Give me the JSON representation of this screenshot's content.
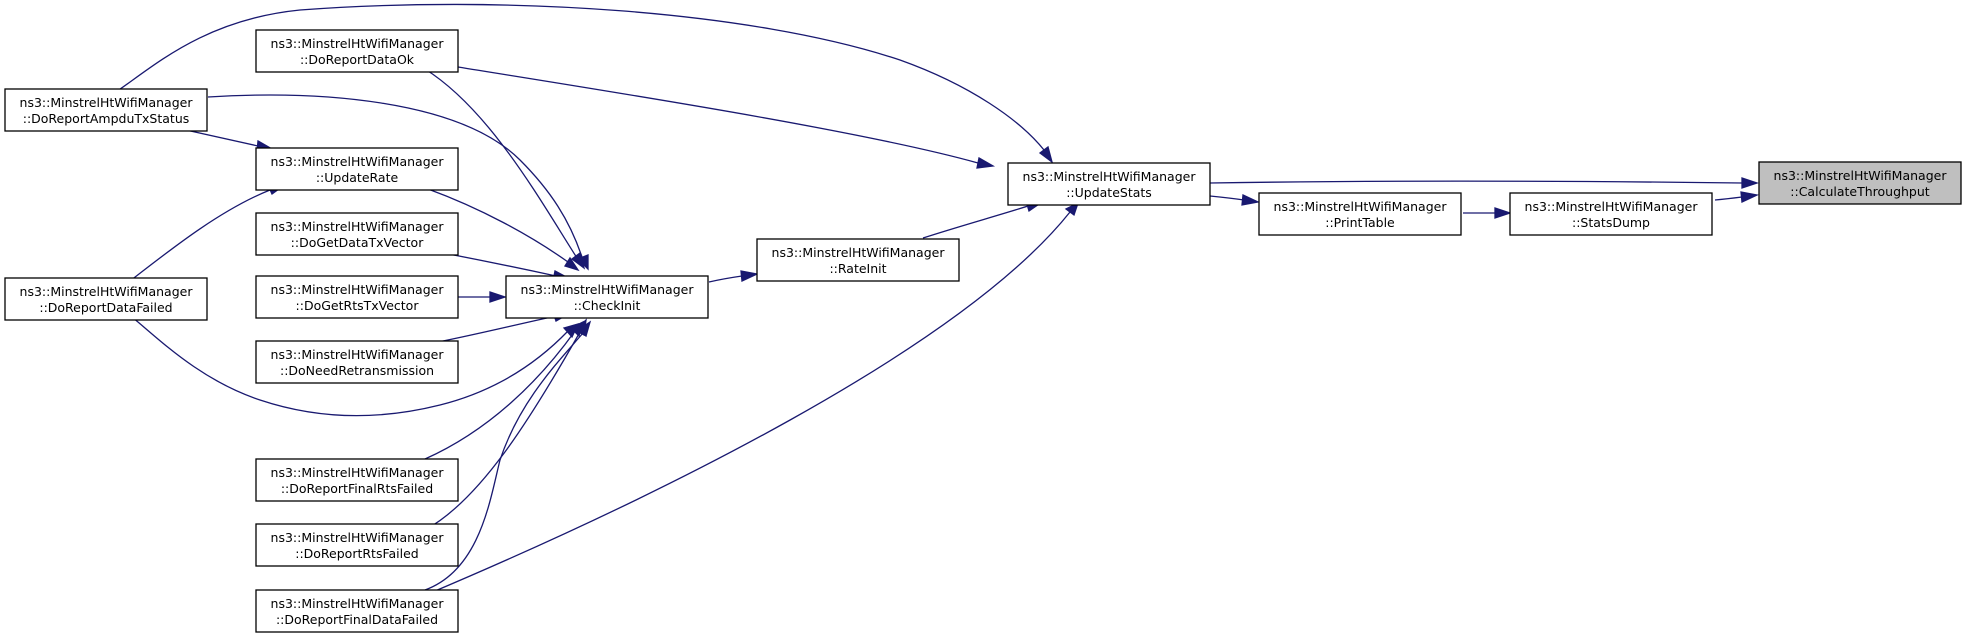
{
  "graph": {
    "colors": {
      "edge": "#191970",
      "highlight_fill": "#bfbfbf",
      "node_border": "#000000",
      "background": "#ffffff"
    },
    "nodes": {
      "calc": {
        "line1": "ns3::MinstrelHtWifiManager",
        "line2": "::CalculateThroughput",
        "highlight": true
      },
      "updateStats": {
        "line1": "ns3::MinstrelHtWifiManager",
        "line2": "::UpdateStats"
      },
      "statsDump": {
        "line1": "ns3::MinstrelHtWifiManager",
        "line2": "::StatsDump"
      },
      "printTable": {
        "line1": "ns3::MinstrelHtWifiManager",
        "line2": "::PrintTable"
      },
      "rateInit": {
        "line1": "ns3::MinstrelHtWifiManager",
        "line2": "::RateInit"
      },
      "checkInit": {
        "line1": "ns3::MinstrelHtWifiManager",
        "line2": "::CheckInit"
      },
      "doReportDataOk": {
        "line1": "ns3::MinstrelHtWifiManager",
        "line2": "::DoReportDataOk"
      },
      "doReportAmpdu": {
        "line1": "ns3::MinstrelHtWifiManager",
        "line2": "::DoReportAmpduTxStatus"
      },
      "updateRate": {
        "line1": "ns3::MinstrelHtWifiManager",
        "line2": "::UpdateRate"
      },
      "doGetDataTx": {
        "line1": "ns3::MinstrelHtWifiManager",
        "line2": "::DoGetDataTxVector"
      },
      "doGetRtsTx": {
        "line1": "ns3::MinstrelHtWifiManager",
        "line2": "::DoGetRtsTxVector"
      },
      "doNeedRetrans": {
        "line1": "ns3::MinstrelHtWifiManager",
        "line2": "::DoNeedRetransmission"
      },
      "doReportDataFailed": {
        "line1": "ns3::MinstrelHtWifiManager",
        "line2": "::DoReportDataFailed"
      },
      "doReportFinalRts": {
        "line1": "ns3::MinstrelHtWifiManager",
        "line2": "::DoReportFinalRtsFailed"
      },
      "doReportRtsFailed": {
        "line1": "ns3::MinstrelHtWifiManager",
        "line2": "::DoReportRtsFailed"
      },
      "doReportFinalData": {
        "line1": "ns3::MinstrelHtWifiManager",
        "line2": "::DoReportFinalDataFailed"
      }
    },
    "edges": [
      {
        "from": "updateStats",
        "to": "calc"
      },
      {
        "from": "statsDump",
        "to": "calc"
      },
      {
        "from": "printTable",
        "to": "statsDump"
      },
      {
        "from": "updateStats",
        "to": "printTable"
      },
      {
        "from": "doReportDataOk",
        "to": "updateStats"
      },
      {
        "from": "doReportAmpdu",
        "to": "updateStats"
      },
      {
        "from": "rateInit",
        "to": "updateStats"
      },
      {
        "from": "doReportFinalData",
        "to": "updateStats"
      },
      {
        "from": "checkInit",
        "to": "rateInit"
      },
      {
        "from": "doReportDataOk",
        "to": "checkInit"
      },
      {
        "from": "doReportAmpdu",
        "to": "checkInit"
      },
      {
        "from": "updateRate",
        "to": "checkInit"
      },
      {
        "from": "doGetDataTx",
        "to": "checkInit"
      },
      {
        "from": "doGetRtsTx",
        "to": "checkInit"
      },
      {
        "from": "doNeedRetrans",
        "to": "checkInit"
      },
      {
        "from": "doReportDataFailed",
        "to": "checkInit"
      },
      {
        "from": "doReportFinalRts",
        "to": "checkInit"
      },
      {
        "from": "doReportRtsFailed",
        "to": "checkInit"
      },
      {
        "from": "doReportFinalData",
        "to": "checkInit"
      },
      {
        "from": "doReportAmpdu",
        "to": "updateRate"
      },
      {
        "from": "doReportDataFailed",
        "to": "updateRate"
      }
    ]
  }
}
